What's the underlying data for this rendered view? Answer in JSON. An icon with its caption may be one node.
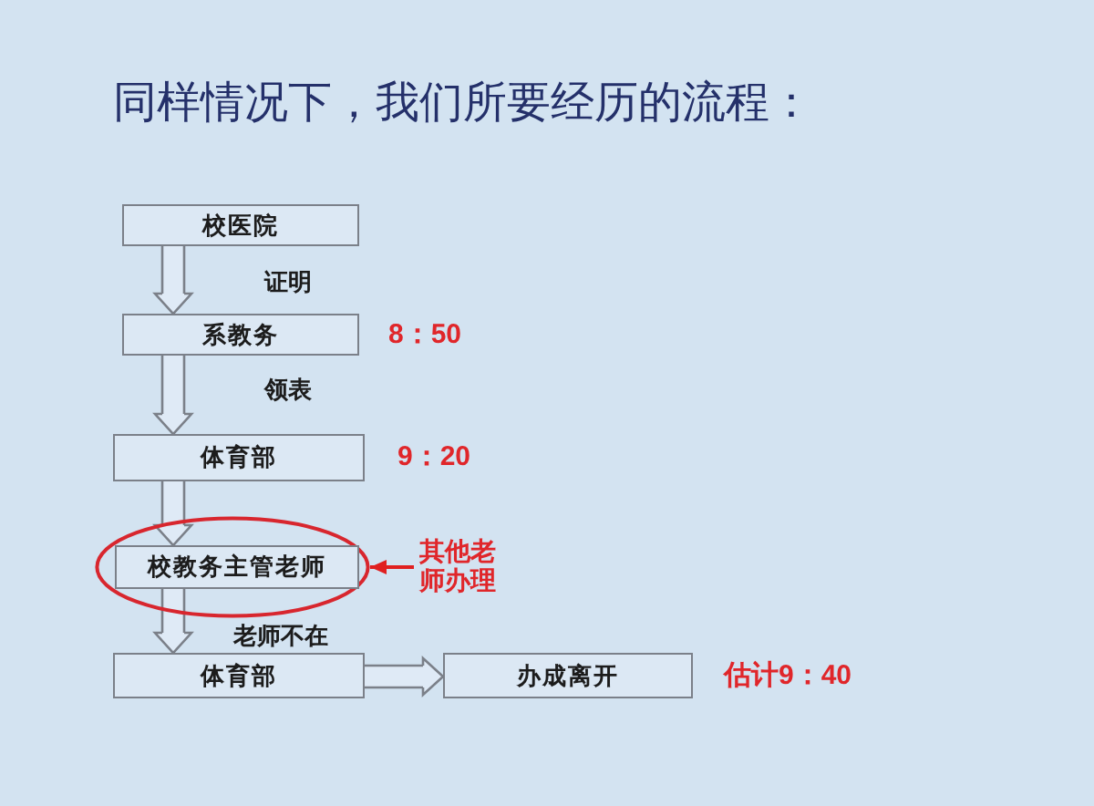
{
  "diagram": {
    "title": "同样情况下，我们所要经历的流程：",
    "nodes": [
      {
        "text": [
          "校医院"
        ]
      },
      {
        "text": [
          "系教务"
        ],
        "beside": [
          "8：50"
        ]
      },
      {
        "text": [
          "体育部"
        ],
        "beside": [
          "9：20"
        ]
      },
      {
        "text": [],
        "shape": "ellipse"
      },
      {
        "text": [
          "校教务主管老师"
        ],
        "in": 3
      },
      {
        "text": [
          "其他老师办理"
        ]
      },
      {
        "text": [
          "体育部"
        ]
      },
      {
        "text": [
          "办成离开"
        ],
        "beside": [
          "估计9：40"
        ]
      }
    ],
    "edges": [
      {
        "from": 0,
        "to": 1,
        "arrow": "to",
        "label": "证明"
      },
      {
        "from": 1,
        "to": 2,
        "arrow": "to",
        "label": "领表"
      },
      {
        "from": 2,
        "to": 4,
        "arrow": "to"
      },
      {
        "from": 4,
        "to": 6,
        "arrow": "to",
        "label": "老师不在"
      },
      {
        "from": 6,
        "to": 7,
        "arrow": "to"
      },
      {
        "from": 5,
        "to": 3,
        "arrow": "to",
        "color": "#e02020"
      }
    ]
  }
}
